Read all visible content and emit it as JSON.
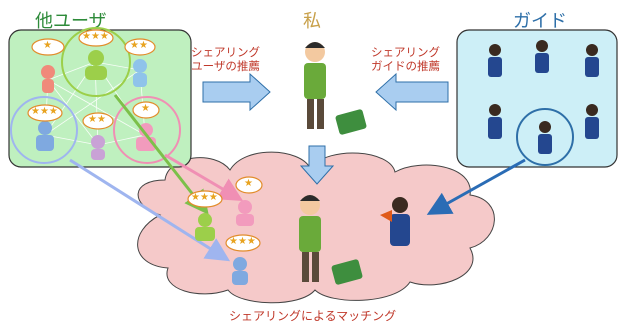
{
  "headers": {
    "others": "他ユーザ",
    "me": "私",
    "guide": "ガイド"
  },
  "labels": {
    "user_rec_line1": "シェアリング",
    "user_rec_line2": "ユーザの推薦",
    "guide_rec_line1": "シェアリング",
    "guide_rec_line2": "ガイドの推薦",
    "matching": "シェアリングによるマッチング"
  },
  "colors": {
    "others_header": "#2e8b3a",
    "me_header": "#c8a04a",
    "guide_header": "#2e6fa8",
    "label_red": "#c0392b",
    "others_panel": "#bff0bf",
    "guide_panel": "#cdeff7",
    "cloud": "#f5c9c9",
    "big_arrow": "#a9cdf0"
  },
  "user_panel": {
    "bubbles": [
      {
        "id": "red-user",
        "stars": "★",
        "color": "#f08a7a"
      },
      {
        "id": "green-user",
        "stars": "★★★",
        "color": "#9ccf4a"
      },
      {
        "id": "blue-user-top",
        "stars": "★★",
        "color": "#8fc3ea"
      },
      {
        "id": "blue-user-left",
        "stars": "★★★",
        "color": "#7fa9e0"
      },
      {
        "id": "purple-user",
        "stars": "★★",
        "color": "#c9a2d6"
      },
      {
        "id": "pink-user",
        "stars": "★",
        "color": "#f29bbd"
      }
    ]
  },
  "cloud_users": [
    {
      "id": "green",
      "stars": "★★★"
    },
    {
      "id": "pink",
      "stars": "★"
    },
    {
      "id": "blue",
      "stars": "★★★"
    }
  ]
}
